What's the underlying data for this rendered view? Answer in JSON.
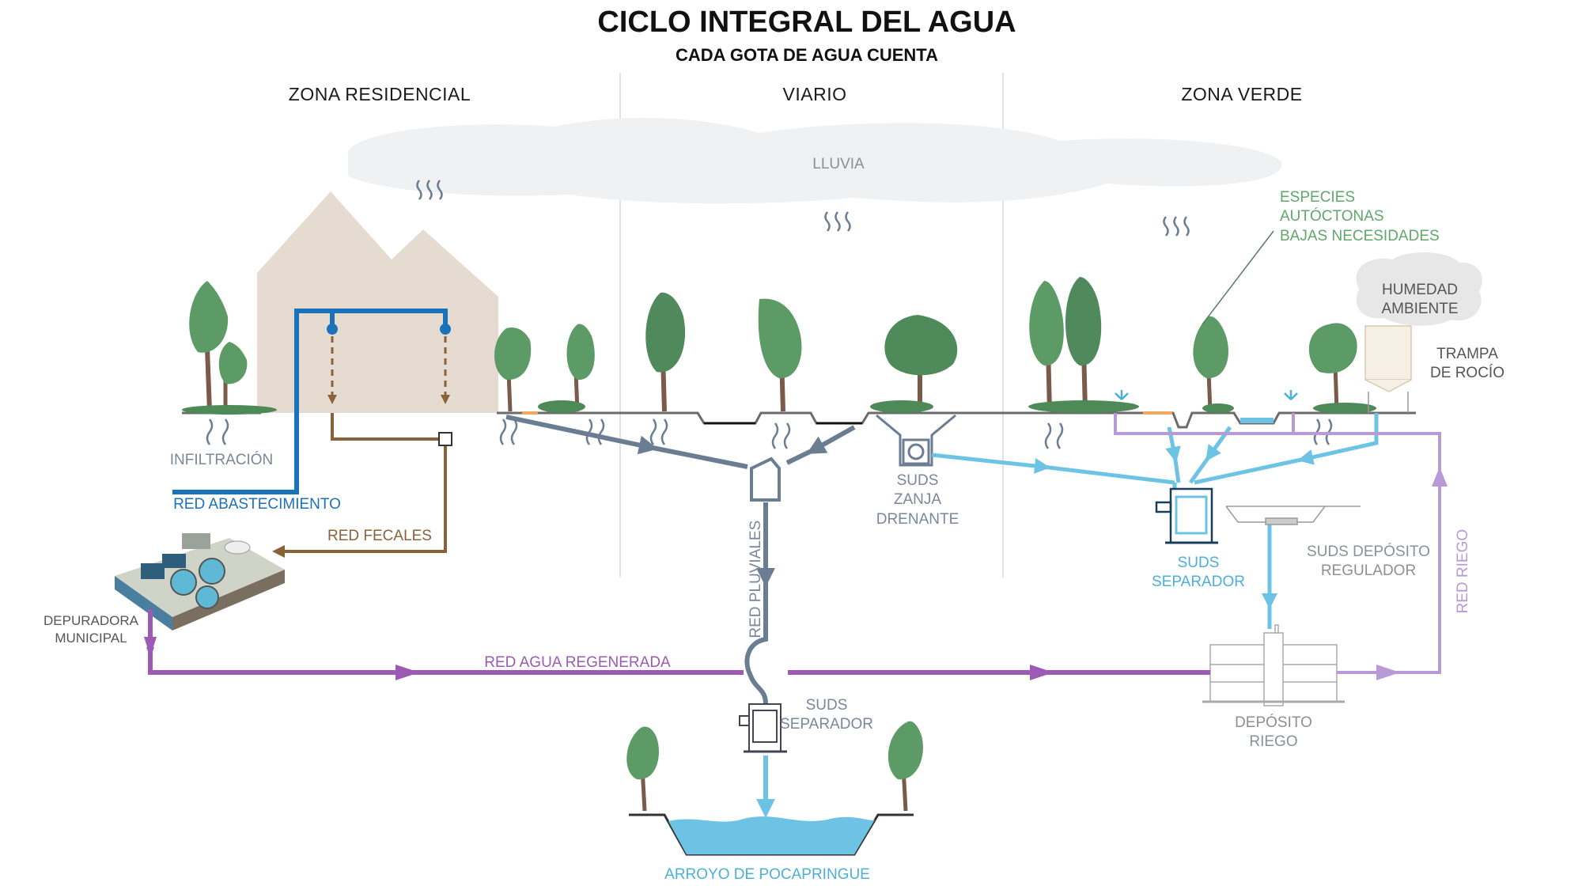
{
  "title": "CICLO INTEGRAL DEL AGUA",
  "subtitle": "CADA GOTA DE AGUA CUENTA",
  "zones": {
    "residencial": "ZONA RESIDENCIAL",
    "viario": "VIARIO",
    "verde": "ZONA VERDE"
  },
  "labels": {
    "lluvia": "LLUVIA",
    "infiltracion": "INFILTRACIÓN",
    "red_abastecimiento": "RED ABASTECIMIENTO",
    "red_fecales": "RED FECALES",
    "depuradora": "DEPURADORA\nMUNICIPAL",
    "red_pluviales": "RED PLUVIALES",
    "suds_zanja": "SUDS\nZANJA\nDRENANTE",
    "especies": "ESPECIES\nAUTÓCTONAS\nBAJAS NECESIDADES",
    "humedad": "HUMEDAD\nAMBIENTE",
    "trampa": "TRAMPA\nDE ROCÍO",
    "suds_separador_verde": "SUDS\nSEPARADOR",
    "suds_deposito": "SUDS DEPÓSITO\nREGULADOR",
    "red_riego": "RED RIEGO",
    "red_agua_regenerada": "RED AGUA REGENERADA",
    "suds_separador_viario": "SUDS\nSEPARADOR",
    "deposito_riego": "DEPÓSITO\nRIEGO",
    "arroyo": "ARROYO DE POCAPRINGUE"
  },
  "colors": {
    "abastecimiento": "#1a72bb",
    "fecales": "#8a6238",
    "regenerada": "#9b5bb4",
    "riego": "#b89ad6",
    "pluviales": "#6b7d92",
    "drenaje": "#6cc3e3",
    "tree": "#5c9a66",
    "trunk": "#7a5a4a",
    "house": "#e6dbd0",
    "cloud": "#f0f1f2"
  }
}
